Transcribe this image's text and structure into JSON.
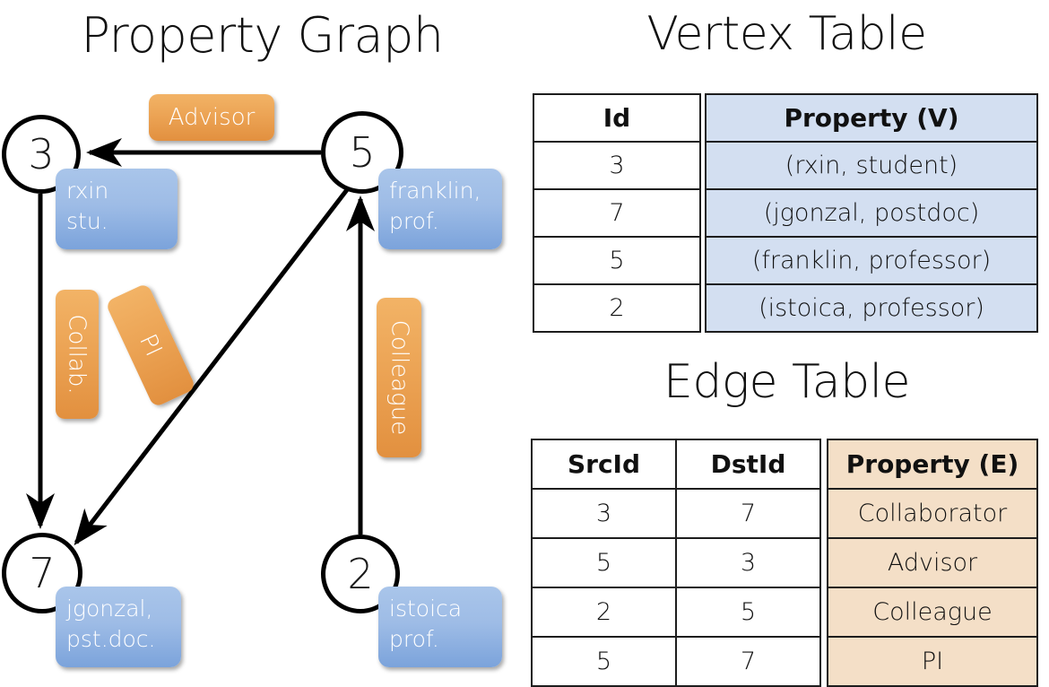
{
  "titles": {
    "property_graph": "Property Graph",
    "vertex_table": "Vertex Table",
    "edge_table": "Edge Table"
  },
  "graph": {
    "nodes": [
      {
        "id": "3",
        "property_line1": "rxin",
        "property_line2": "stu."
      },
      {
        "id": "5",
        "property_line1": "franklin,",
        "property_line2": "prof."
      },
      {
        "id": "7",
        "property_line1": "jgonzal,",
        "property_line2": "pst.doc."
      },
      {
        "id": "2",
        "property_line1": "istoica",
        "property_line2": "prof."
      }
    ],
    "edge_labels": [
      {
        "label": "Advisor",
        "from": "5",
        "to": "3"
      },
      {
        "label": "Collab.",
        "from": "3",
        "to": "7"
      },
      {
        "label": "PI",
        "from": "5",
        "to": "7"
      },
      {
        "label": "Colleague",
        "from": "2",
        "to": "5"
      }
    ]
  },
  "vertex_table": {
    "headers": [
      "Id",
      "Property (V)"
    ],
    "rows": [
      {
        "id": "3",
        "property": "(rxin, student)"
      },
      {
        "id": "7",
        "property": "(jgonzal, postdoc)"
      },
      {
        "id": "5",
        "property": "(franklin, professor)"
      },
      {
        "id": "2",
        "property": "(istoica, professor)"
      }
    ]
  },
  "edge_table": {
    "headers": [
      "SrcId",
      "DstId",
      "Property (E)"
    ],
    "rows": [
      {
        "src": "3",
        "dst": "7",
        "property": "Collaborator"
      },
      {
        "src": "5",
        "dst": "3",
        "property": "Advisor"
      },
      {
        "src": "2",
        "dst": "5",
        "property": "Colleague"
      },
      {
        "src": "5",
        "dst": "7",
        "property": "PI"
      }
    ]
  },
  "colors": {
    "vertex_property_fill": "#d3dff1",
    "edge_property_fill": "#f4dfc7",
    "node_box_blue": "#9ebce6",
    "edge_label_orange": "#eca455",
    "background": "#ffffff",
    "stroke": "#000000"
  }
}
